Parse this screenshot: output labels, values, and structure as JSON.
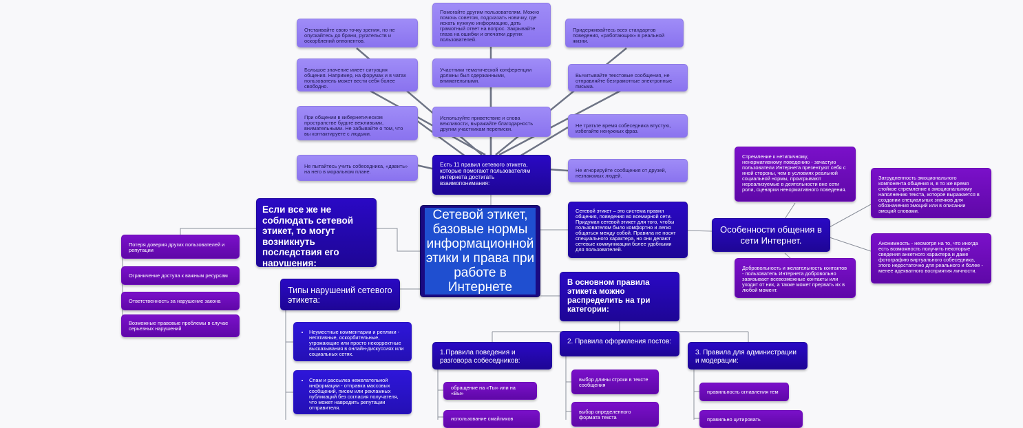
{
  "central": {
    "title": "Сетевой этикет, базовые нормы информационной этики и права при работе в Интернете"
  },
  "rules": {
    "title": "Есть 11 правил сетевого этикета, которые помогают пользователям интернета достигать взаимопонимания:",
    "items": [
      "Отстаивайте свою точку зрения, но не опускайтесь до брани, ругательств и оскорблений оппонентов.",
      "Большое значение имеет ситуация общения. Например, на форумах и в чатах пользователь может вести себя более свободно.",
      "При общении в кибернетическом пространстве будьте вежливыми, внимательными. Не забывайте о том, что вы контактируете с людьми.",
      "Не пытайтесь учить собеседника, «давить» на него в моральном плане.",
      "Помогайте другим пользователям. Можно помочь советом, подсказать новичку, где искать нужную информацию, дать грамотный ответ на вопрос. Закрывайте глаза на ошибки и опечатки других пользователей.",
      "Участники тематической конференции должны был сдержанными, внимательными.",
      "Используйте приветствие и слова вежливости, выражайте благодарность другим участникам переписки.",
      "Придерживайтесь всех стандартов поведения, «работающих» в реальной жизни.",
      "Вычитывайте текстовые сообщения, не отправляйте безграмотные электронные письма.",
      "Не тратьте время собеседника впустую, избегайте ненужных фраз.",
      "Не игнорируйте сообщения от друзей, незнакомых людей."
    ]
  },
  "definition": "Сетевой этикет – это система правил общения, поведения во всемирной сети. Придуман сетевой этикет для того, чтобы пользователям было комфортно и легко общаться между собой. Правила не носят специального характера, но они делают сетевые коммуникации более удобными для пользователей.",
  "features": {
    "title": "Особенности общения в сети Интернет.",
    "items": [
      "Стремление к нетипичному, ненормативному поведению - зачастую пользователи Интернета презентуют себя с иной стороны, чем в условиях реальной социальной нормы, проигрывают нереализуемые в деятельности вне сети роли, сценарии ненормативного поведения.",
      "Затрудненность эмоционального компонента общения и, в то же время стойкое стремление к эмоциональному наполнению текста, которое выражается в создании специальных значков для обозначения эмоций или в описании эмоций словами.",
      "Анонимность - несмотря на то, что иногда есть возможность получить некоторые сведения анкетного характера и даже фотографию виртуального собеседника, этого недостаточно для реального и более - менее адекватного восприятия личности.",
      "Добровольность и желательность контактов - пользователь Интернета добровольно завязывает всевозможные контакты или уходит от них, а также может прервать их в любой момент."
    ]
  },
  "consequences": {
    "title": "Если все же не соблюдать сетевой этикет, то могут возникнуть последствия его нарушения:",
    "items": [
      "Потеря доверия других пользователей и репутации",
      "Ограничение доступа к важным ресурсам",
      "Ответственность за нарушение закона",
      "Возможные правовые проблемы в случае серьезных нарушений"
    ]
  },
  "violations": {
    "title": "Типы нарушений сетевого этикета:",
    "items": [
      "Неуместные комментарии и реплики - негативные, оскорбительные, угрожающие или просто некорректные высказывания в онлайн-дискуссиях или социальных сетях.",
      "Спам и рассылка нежелательной информации - отправка массовых сообщений, писем или рекламных публикаций без согласия получателя, что может навредить репутации отправителя."
    ]
  },
  "categories": {
    "title": "В основном правила этикета можно распределить на три категории:",
    "groups": [
      {
        "title": "1.Правила поведения и разговора собеседников:",
        "items": [
          "обращение на «Ты» или на «Вы»",
          "использование смайликов"
        ]
      },
      {
        "title": "2. Правила оформления постов:",
        "items": [
          "выбор длины строки в тексте сообщения",
          "выбор определенного формата текста"
        ]
      },
      {
        "title": "3. Правила для администрации и модерации:",
        "items": [
          "правильность оглавления тем",
          "правильно цитировать"
        ]
      }
    ]
  },
  "colors": {
    "background": "#f8f8fa",
    "central": "#1a0a82",
    "highlight": "#1f4fd0",
    "dark_node": "#2410b5",
    "purple_node": "#6d0eb8",
    "lavender_node": "#9580f3",
    "connector": "#7a7f8c"
  }
}
